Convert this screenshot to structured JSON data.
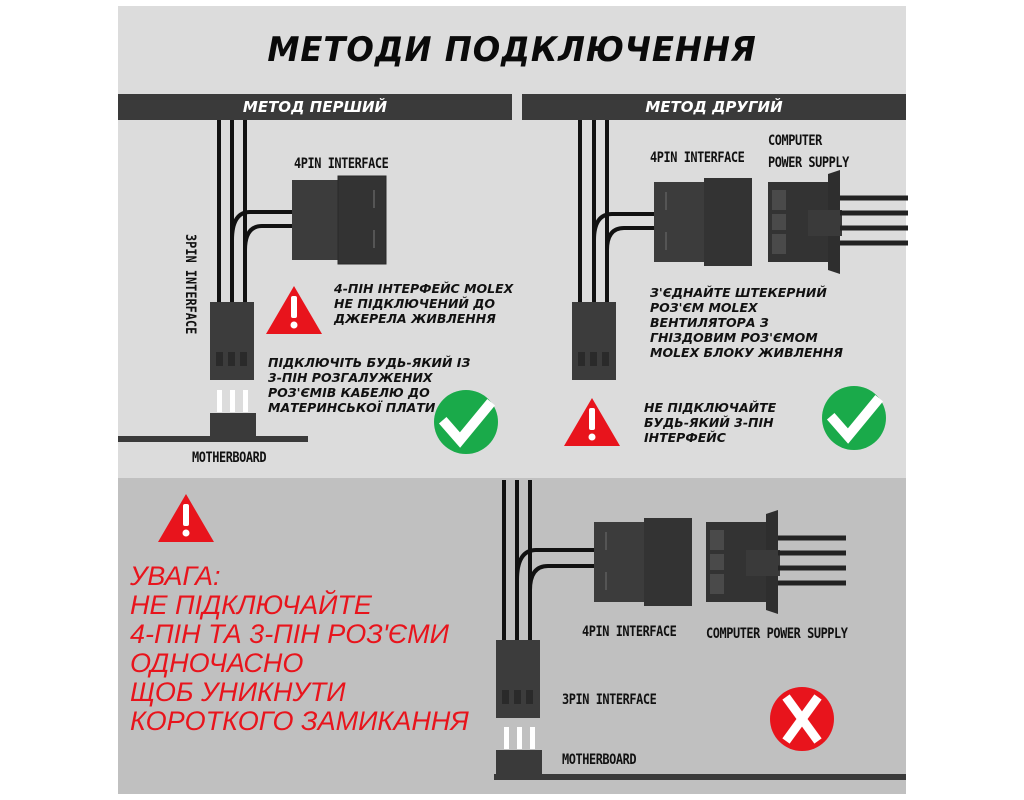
{
  "title": "МЕТОДИ ПОДКЛЮЧЕННЯ",
  "colors": {
    "background": "#dcdcdc",
    "bottom_panel": "#c0c0c0",
    "header_bar": "#3a3a3a",
    "connector": "#3c3c3c",
    "warning_red": "#e8141c",
    "check_green": "#1aaa4a"
  },
  "method_one": {
    "heading": "МЕТОД ПЕРШИЙ",
    "label_4pin": "4PIN INTERFACE",
    "label_3pin": "3PIN INTERFACE",
    "label_motherboard": "MOTHERBOARD",
    "warning_note": [
      "4-ПІН ІНТЕРФЕЙС MOLEX",
      "НЕ ПІДКЛЮЧЕНИЙ ДО",
      "ДЖЕРЕЛА ЖИВЛЕННЯ"
    ],
    "instruction_note": [
      "ПІДКЛЮЧІТЬ БУДЬ-ЯКИЙ ІЗ",
      "3-ПІН РОЗГАЛУЖЕНИХ",
      "РОЗ'ЄМІВ КАБЕЛЮ ДО",
      "МАТЕРИНСЬКОЇ ПЛАТИ"
    ],
    "status_icon": "check-icon"
  },
  "method_two": {
    "heading": "МЕТОД ДРУГИЙ",
    "label_4pin": "4PIN INTERFACE",
    "label_psu": [
      "COMPUTER",
      "POWER SUPPLY"
    ],
    "instruction_note": [
      "З'ЄДНАЙТЕ ШТЕКЕРНИЙ",
      "РОЗ'ЄМ MOLEX",
      "ВЕНТИЛЯТОРА З",
      "ГНІЗДОВИМ РОЗ'ЄМОМ",
      "MOLEX БЛОКУ ЖИВЛЕННЯ"
    ],
    "warning_note": [
      "НЕ ПІДКЛЮЧАЙТЕ",
      "БУДЬ-ЯКИЙ 3-ПІН",
      "ІНТЕРФЕЙС"
    ],
    "status_icon": "check-icon"
  },
  "attention": {
    "lines": [
      "УВАГА:",
      "НЕ ПІДКЛЮЧАЙТЕ",
      "4-ПІН ТА 3-ПІН РОЗ'ЄМИ",
      "ОДНОЧАСНО",
      "ЩОБ УНИКНУТИ",
      "КОРОТКОГО ЗАМИКАННЯ"
    ],
    "label_4pin": "4PIN INTERFACE",
    "label_psu": "COMPUTER POWER SUPPLY",
    "label_3pin": "3PIN INTERFACE",
    "label_motherboard": "MOTHERBOARD",
    "status_icon": "cross-icon"
  }
}
